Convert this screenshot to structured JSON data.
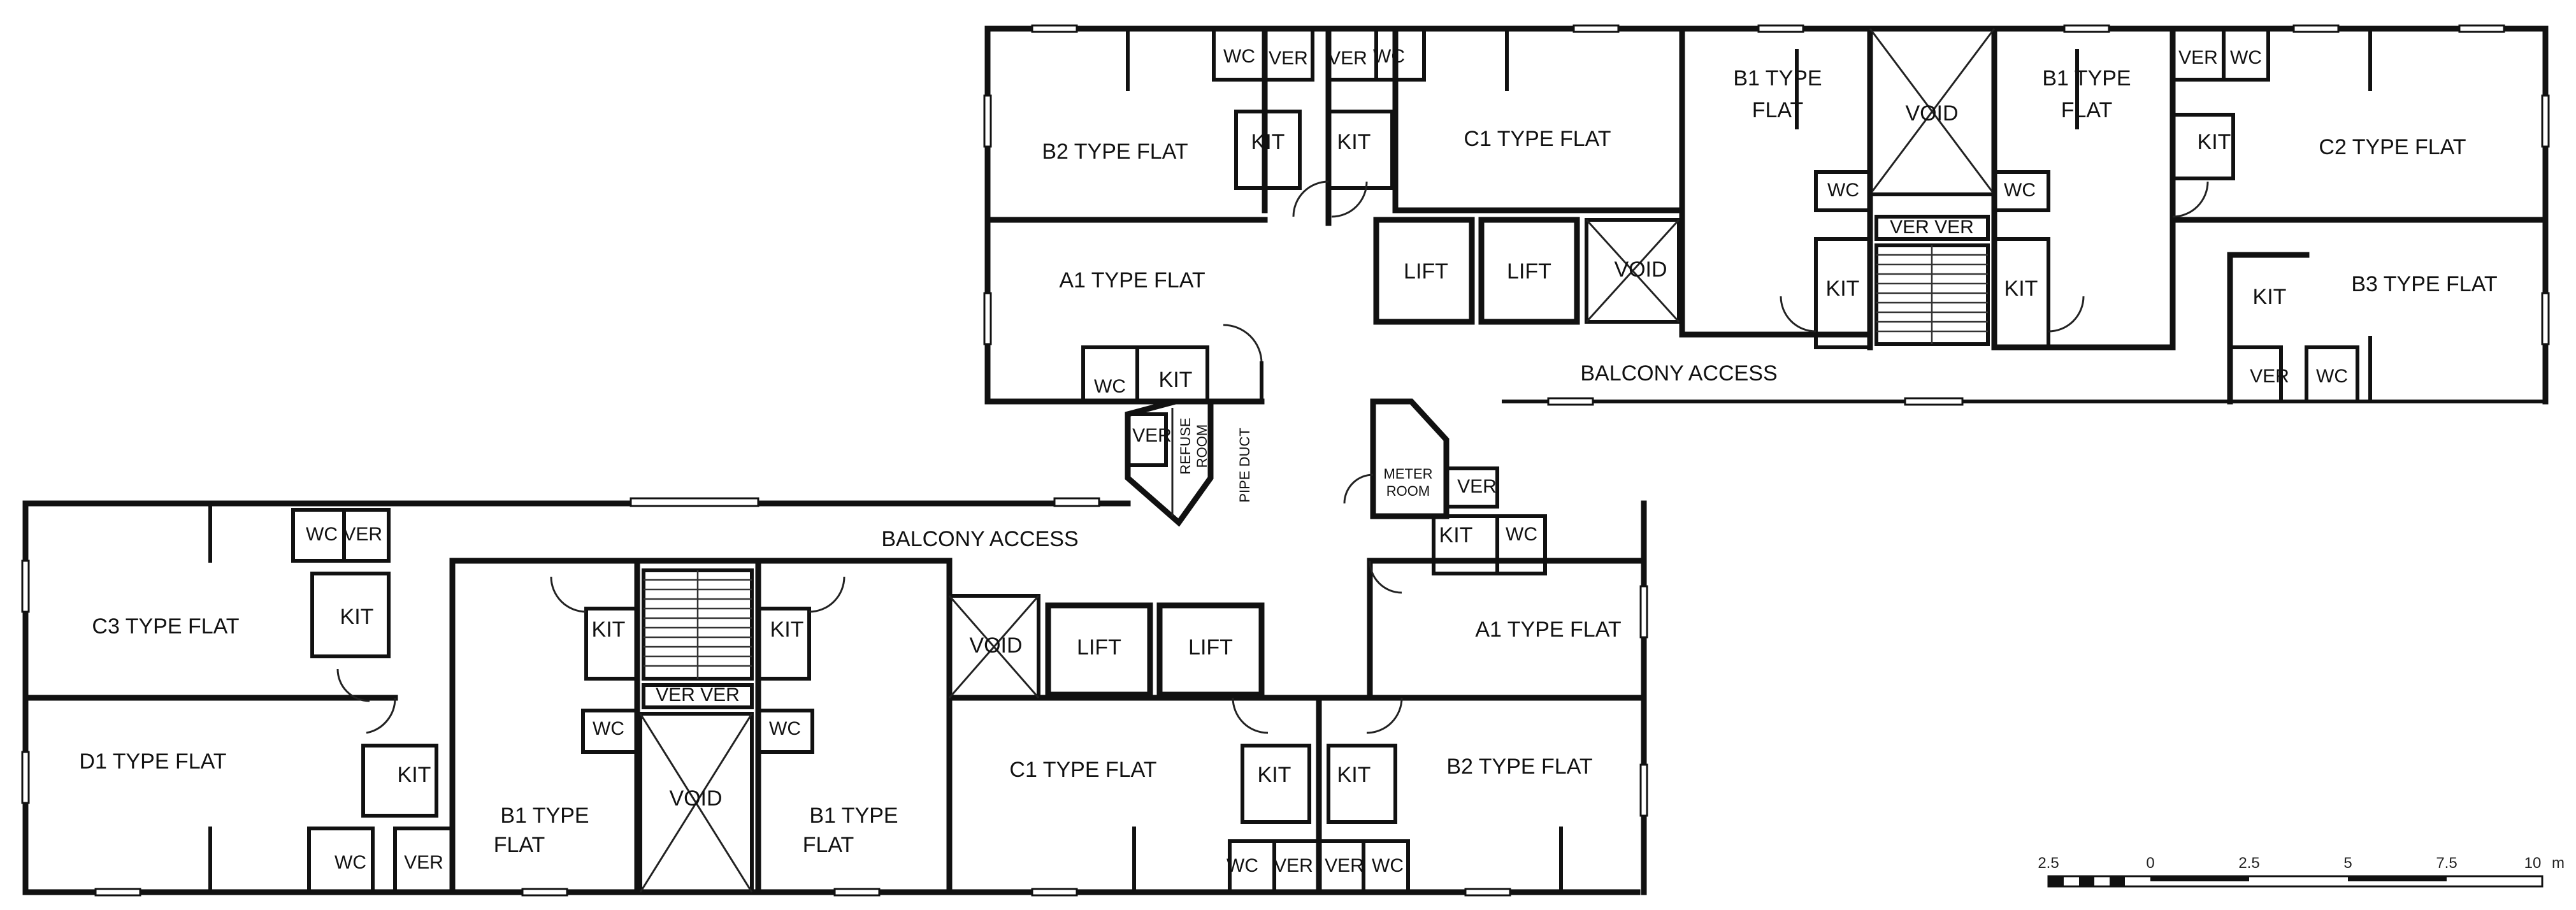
{
  "labels": {
    "b2_flat_top": "B2 TYPE FLAT",
    "c1_flat_top": "C1 TYPE  FLAT",
    "a1_flat_top": "A1 TYPE FLAT",
    "b1_flat_top_left": [
      "B1 TYPE",
      "FLAT"
    ],
    "b1_flat_top_right": [
      "B1 TYPE",
      "FLAT"
    ],
    "c2_flat": "C2 TYPE FLAT",
    "b3_flat": "B3 TYPE FLAT",
    "c3_flat": "C3 TYPE FLAT",
    "d1_flat": "D1 TYPE FLAT",
    "b1_flat_bottom_left": [
      "B1 TYPE",
      "FLAT"
    ],
    "b1_flat_bottom_right": [
      "B1 TYPE",
      "FLAT"
    ],
    "c1_flat_bottom": "C1 TYPE FLAT",
    "b2_flat_bottom": "B2 TYPE FLAT",
    "a1_flat_bottom": "A1 TYPE FLAT",
    "balcony_access_top": "BALCONY ACCESS",
    "balcony_access_bottom": "BALCONY ACCESS",
    "lift": "LIFT",
    "void": "VOID",
    "kit": "KIT",
    "wc": "WC",
    "ver": "VER",
    "ver_pair": "VER VER",
    "wc_ver": "WC VER",
    "refuse_room": [
      "REFUSE",
      "ROOM"
    ],
    "pipe_duct": "PIPE DUCT",
    "meter_room": [
      "METER",
      "ROOM"
    ]
  },
  "scale_bar": {
    "ticks": [
      "2.5",
      "0",
      "2.5",
      "5",
      "7.5",
      "10"
    ],
    "unit": "m"
  }
}
